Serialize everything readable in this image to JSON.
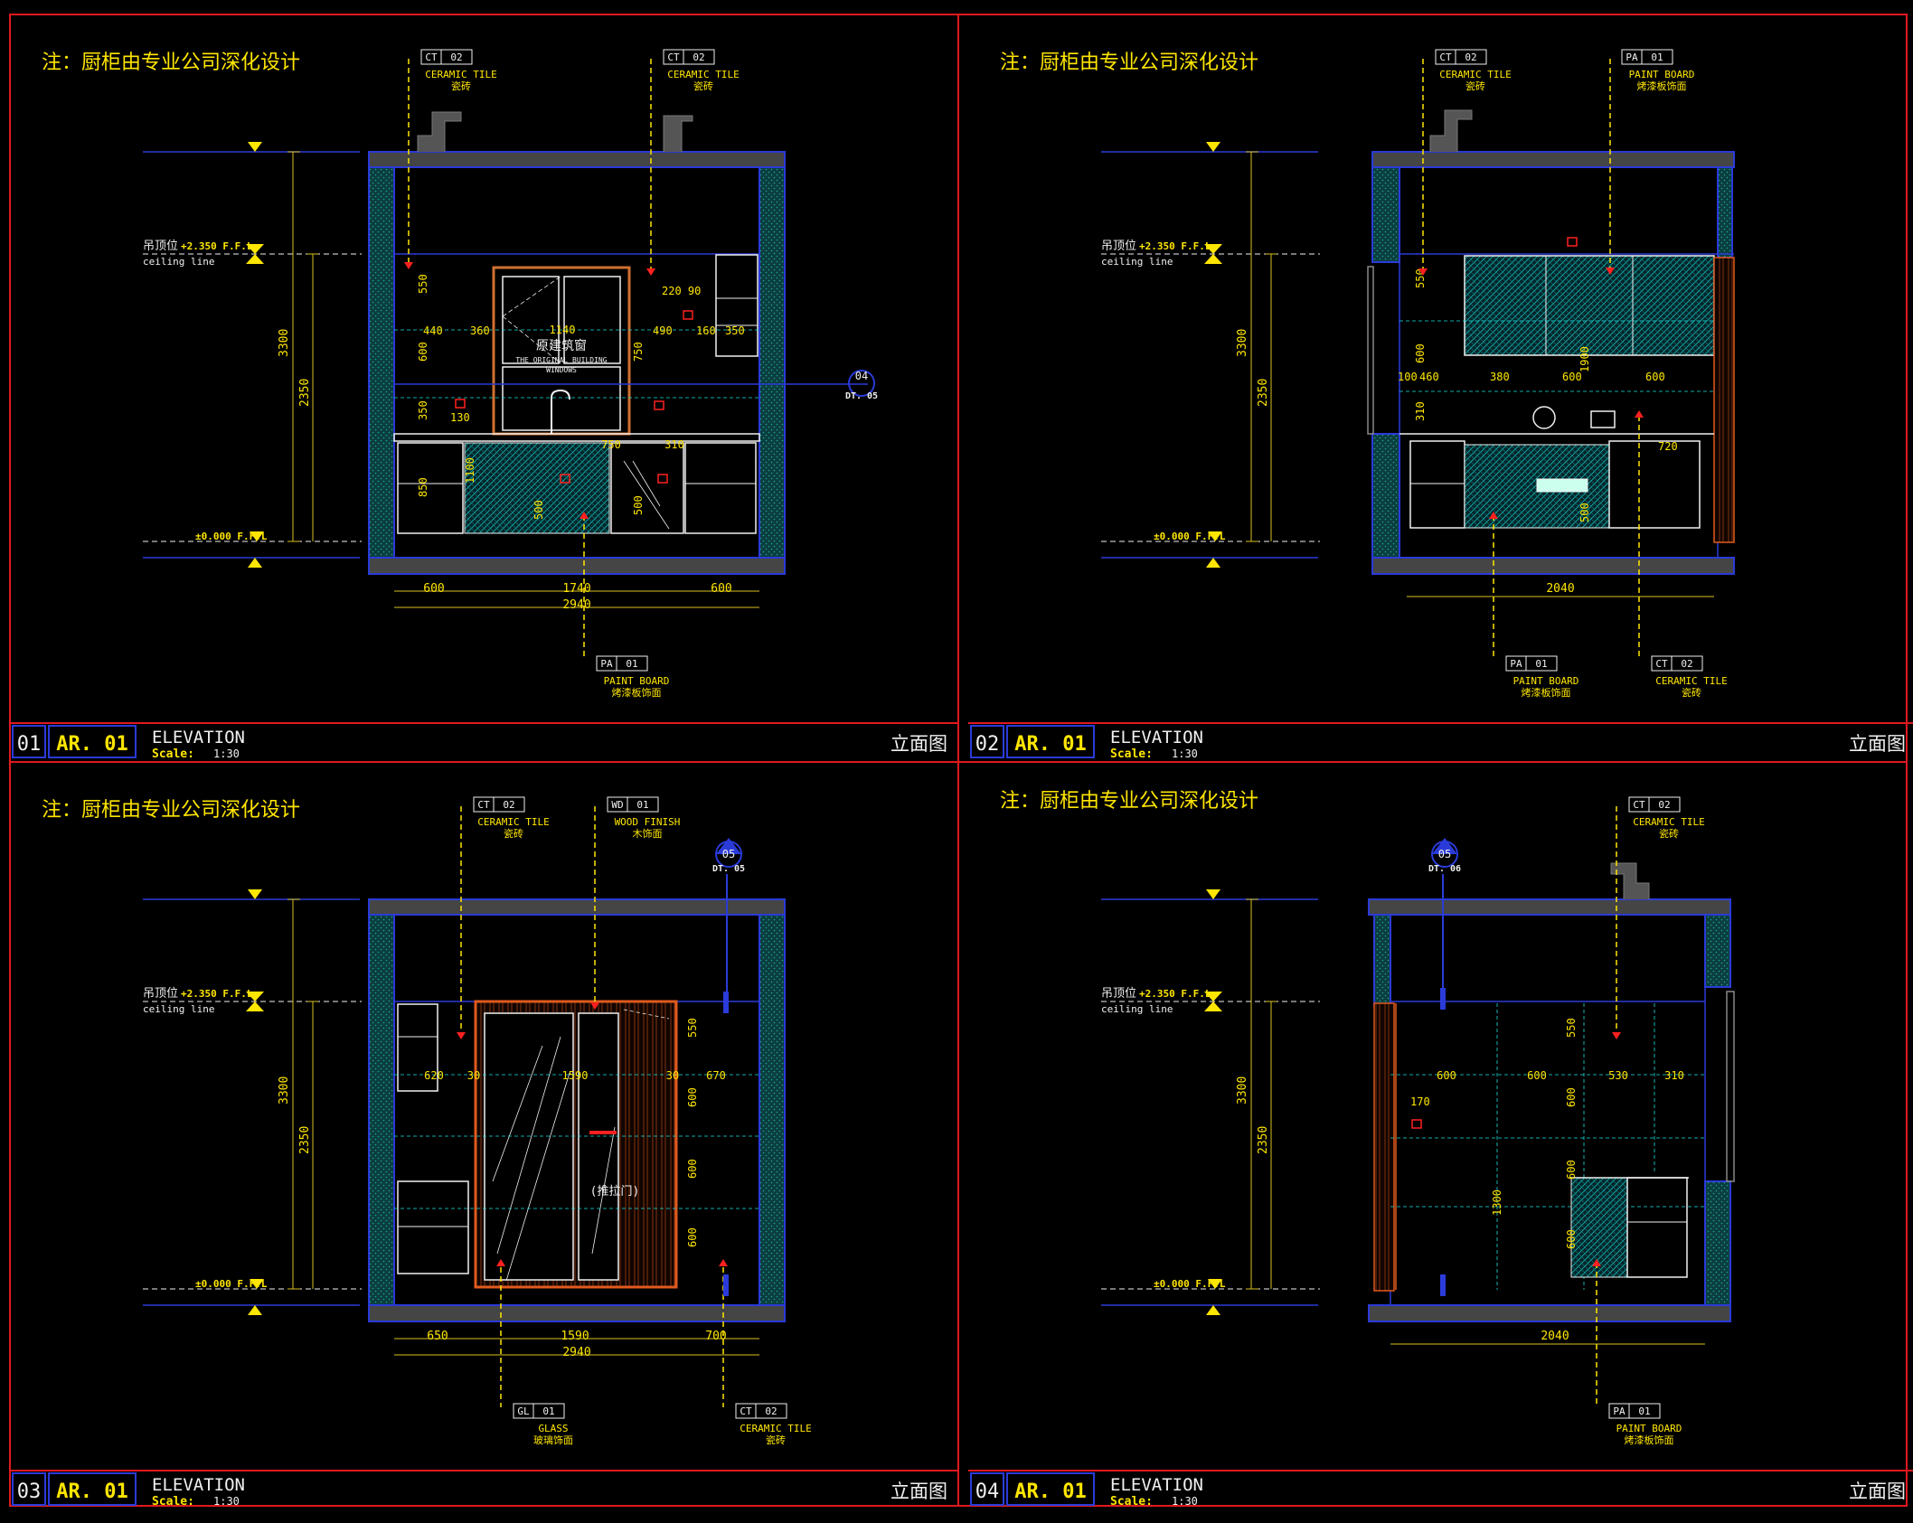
{
  "note": "注：厨柜由专业公司深化设计",
  "colors": {
    "frame": "#e0191f",
    "wall": "#2a3bd9",
    "cyan": "#18e0e0",
    "yellow": "#ffe600",
    "dim": "#d8c020",
    "white": "#f0f0f0",
    "red": "#ff2020",
    "orange": "#e05a1e",
    "teal": "#0c6a6a"
  },
  "panels": [
    {
      "id": "p1",
      "num": "01",
      "code": "AR. 01",
      "title": "ELEVATION",
      "scale_label": "Scale:",
      "scale": "1:30",
      "cn_title": "立面图",
      "note": "注：厨柜由专业公司深化设计",
      "levels": {
        "ceiling_cn": "吊顶位",
        "ceiling_val": "+2.350 F.F.L",
        "ceiling_en": "ceiling line",
        "floor_val": "±0.000 F.F.L"
      },
      "dims_v": [
        "3300",
        "2350",
        "550",
        "600",
        "350",
        "850",
        "1100"
      ],
      "dims_h": [
        "440",
        "360",
        "1140",
        "220 90",
        "490",
        "160",
        "350",
        "130",
        "750",
        "310",
        "500",
        "750",
        "500"
      ],
      "dims_bottom": [
        "600",
        "1740",
        "600",
        "2940"
      ],
      "window_cn": "原建筑窗",
      "window_en1": "THE ORIGINAL BUILDING",
      "window_en2": "WINDOWS",
      "callout": {
        "num": "04",
        "ref": "DT. 05"
      },
      "tags": [
        {
          "code": "CT",
          "no": "02",
          "en": "CERAMIC TILE",
          "cn": "瓷砖"
        },
        {
          "code": "CT",
          "no": "02",
          "en": "CERAMIC TILE",
          "cn": "瓷砖"
        },
        {
          "code": "PA",
          "no": "01",
          "en": "PAINT BOARD",
          "cn": "烤漆板饰面"
        }
      ]
    },
    {
      "id": "p2",
      "num": "02",
      "code": "AR. 01",
      "title": "ELEVATION",
      "scale_label": "Scale:",
      "scale": "1:30",
      "cn_title": "立面图",
      "note": "注：厨柜由专业公司深化设计",
      "levels": {
        "ceiling_cn": "吊顶位",
        "ceiling_val": "+2.350 F.F.L",
        "ceiling_en": "ceiling line",
        "floor_val": "±0.000 F.F.L"
      },
      "dims_v": [
        "3300",
        "2350",
        "550",
        "600",
        "1900",
        "310",
        "500"
      ],
      "dims_h": [
        "100",
        "460",
        "380",
        "600",
        "600",
        "720"
      ],
      "dims_bottom": [
        "2040"
      ],
      "tags": [
        {
          "code": "CT",
          "no": "02",
          "en": "CERAMIC TILE",
          "cn": "瓷砖"
        },
        {
          "code": "PA",
          "no": "01",
          "en": "PAINT BOARD",
          "cn": "烤漆板饰面"
        },
        {
          "code": "PA",
          "no": "01",
          "en": "PAINT BOARD",
          "cn": "烤漆板饰面"
        },
        {
          "code": "CT",
          "no": "02",
          "en": "CERAMIC TILE",
          "cn": "瓷砖"
        }
      ]
    },
    {
      "id": "p3",
      "num": "03",
      "code": "AR. 01",
      "title": "ELEVATION",
      "scale_label": "Scale:",
      "scale": "1:30",
      "cn_title": "立面图",
      "note": "注：厨柜由专业公司深化设计",
      "levels": {
        "ceiling_cn": "吊顶位",
        "ceiling_val": "+2.350 F.F.L",
        "ceiling_en": "ceiling line",
        "floor_val": "±0.000 F.F.L"
      },
      "dims_v": [
        "3300",
        "2350",
        "550",
        "600",
        "600",
        "600"
      ],
      "dims_h": [
        "620",
        "30",
        "1590",
        "30",
        "670"
      ],
      "dims_bottom": [
        "650",
        "1590",
        "700",
        "2940"
      ],
      "door_label": "(推拉门)",
      "callout": {
        "num": "05",
        "ref": "DT. 05"
      },
      "tags": [
        {
          "code": "CT",
          "no": "02",
          "en": "CERAMIC TILE",
          "cn": "瓷砖"
        },
        {
          "code": "WD",
          "no": "01",
          "en": "WOOD FINISH",
          "cn": "木饰面"
        },
        {
          "code": "GL",
          "no": "01",
          "en": "GLASS",
          "cn": "玻璃饰面"
        },
        {
          "code": "CT",
          "no": "02",
          "en": "CERAMIC TILE",
          "cn": "瓷砖"
        }
      ]
    },
    {
      "id": "p4",
      "num": "04",
      "code": "AR. 01",
      "title": "ELEVATION",
      "scale_label": "Scale:",
      "scale": "1:30",
      "cn_title": "立面图",
      "note": "注：厨柜由专业公司深化设计",
      "levels": {
        "ceiling_cn": "吊顶位",
        "ceiling_val": "+2.350 F.F.L",
        "ceiling_en": "ceiling line",
        "floor_val": "±0.000 F.F.L"
      },
      "dims_v": [
        "3300",
        "2350",
        "550",
        "600",
        "600",
        "600",
        "1300"
      ],
      "dims_h": [
        "600",
        "600",
        "530",
        "310",
        "170"
      ],
      "dims_bottom": [
        "2040"
      ],
      "callout": {
        "num": "05",
        "ref": "DT. 06"
      },
      "tags": [
        {
          "code": "CT",
          "no": "02",
          "en": "CERAMIC TILE",
          "cn": "瓷砖"
        },
        {
          "code": "PA",
          "no": "01",
          "en": "PAINT BOARD",
          "cn": "烤漆板饰面"
        }
      ]
    }
  ]
}
